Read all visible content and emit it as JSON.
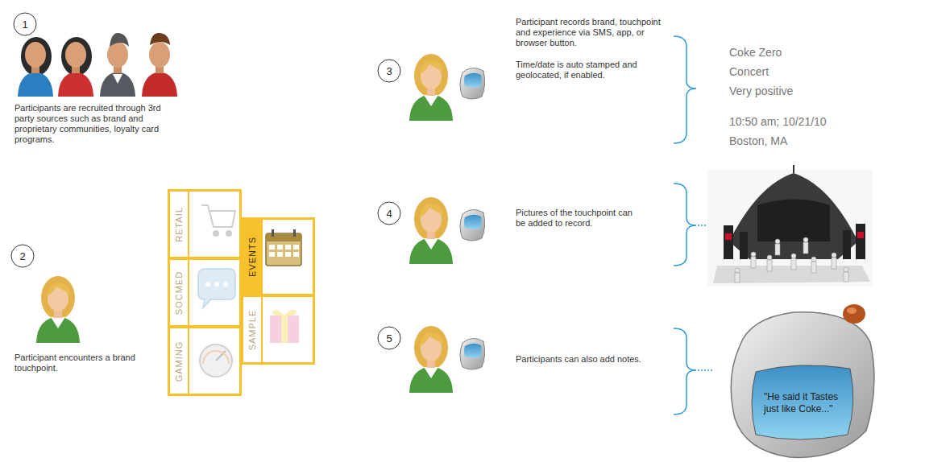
{
  "diagram": {
    "nodes": [
      {
        "text": [
          "RETAIL"
        ]
      },
      {
        "text": [
          "SOCMED"
        ]
      },
      {
        "text": [
          "GAMING"
        ]
      },
      {
        "text": [
          "EVENTS"
        ]
      },
      {
        "text": [
          "SAMPLE"
        ]
      },
      {
        "text": [
          "\"He said it Tastes just like Coke...\""
        ]
      }
    ],
    "labels": [
      "1",
      "Participants are recruited through 3rd party sources such as brand and proprietary communities, loyalty card programs.",
      "2",
      "Participant encounters a brand touchpoint.",
      "3",
      "Participant records brand, touchpoint and experience via SMS, app, or browser button.",
      "Time/date is auto stamped and geolocated, if enabled.",
      "Coke Zero",
      "Concert",
      "Very positive",
      "10:50 am; 10/21/10",
      "Boston, MA",
      "4",
      "Pictures of the touchpoint can be added to record.",
      "5",
      "Participants can also add notes."
    ]
  }
}
